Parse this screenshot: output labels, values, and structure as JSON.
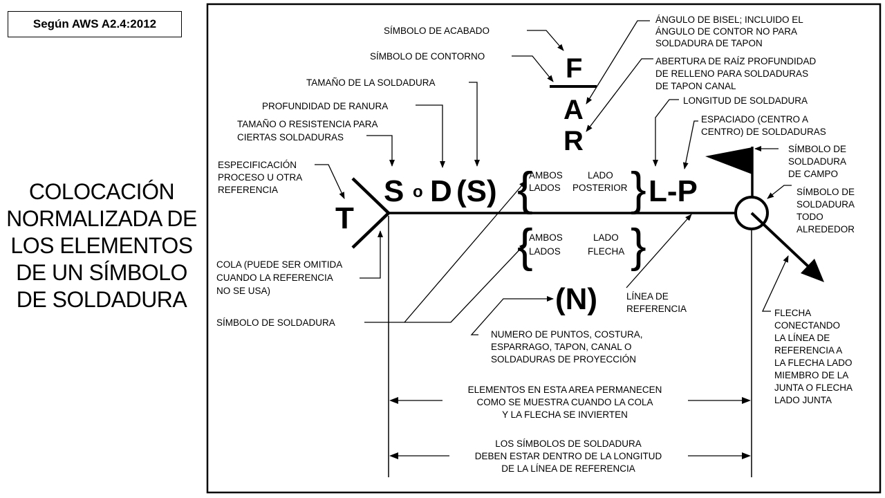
{
  "reference": "Según AWS A2.4:2012",
  "side_title": [
    "COLOCACIÓN",
    "NORMALIZADA DE",
    "LOS ELEMENTOS",
    "DE UN SÍMBOLO",
    "DE SOLDADURA"
  ],
  "symbols": {
    "F": "F",
    "A": "A",
    "R": "R",
    "T": "T",
    "S": "S",
    "o": "o",
    "D": "D",
    "S_paren": "(S)",
    "LP": "L-P",
    "N": "(N)"
  },
  "brackets": {
    "top_left": [
      "AMBOS",
      "LADOS"
    ],
    "top_right": [
      "LADO",
      "POSTERIOR"
    ],
    "bottom_left": [
      "AMBOS",
      "LADOS"
    ],
    "bottom_right": [
      "LADO",
      "FLECHA"
    ]
  },
  "labels": {
    "acabado": "SÍMBOLO DE ACABADO",
    "contorno": "SÍMBOLO DE CONTORNO",
    "tamano": "TAMAÑO DE LA SOLDADURA",
    "profundidad": "PROFUNDIDAD DE RANURA",
    "resistencia": [
      "TAMAÑO O RESISTENCIA PARA",
      "CIERTAS SOLDADURAS"
    ],
    "especificacion": [
      "ESPECIFICACIÓN",
      "PROCESO U OTRA",
      "REFERENCIA"
    ],
    "cola": [
      "COLA (PUEDE SER OMITIDA",
      "CUANDO LA REFERENCIA",
      "NO SE USA)"
    ],
    "simbolo_soldadura": "SÍMBOLO DE SOLDADURA",
    "angulo": [
      "ÁNGULO DE BISEL; INCLUIDO EL",
      "ÁNGULO DE CONTOR NO PARA",
      "SOLDADURA DE TAPON"
    ],
    "abertura": [
      "ABERTURA DE RAÍZ PROFUNDIDAD",
      "DE RELLENO PARA SOLDADURAS",
      "DE TAPON CANAL"
    ],
    "longitud": "LONGITUD DE SOLDADURA",
    "espaciado": [
      "ESPACIADO (CENTRO A",
      "CENTRO) DE SOLDADURAS"
    ],
    "campo": [
      "SÍMBOLO DE",
      "SOLDADURA",
      "DE CAMPO"
    ],
    "alrededor": [
      "SÍMBOLO DE",
      "SOLDADURA",
      "TODO",
      "ALREDEDOR"
    ],
    "linea_ref": [
      "LÍNEA DE",
      "REFERENCIA"
    ],
    "numero": [
      "NUMERO DE PUNTOS, COSTURA,",
      "ESPARRAGO, TAPON, CANAL O",
      "SOLDADURAS DE PROYECCIÓN"
    ],
    "flecha": [
      "FLECHA",
      "CONECTANDO",
      "LA LÍNEA DE",
      "REFERENCIA A",
      "LA FLECHA LADO",
      "MIEMBRO DE LA",
      "JUNTA O FLECHA",
      "LADO JUNTA"
    ],
    "elementos": [
      "ELEMENTOS EN ESTA AREA PERMANECEN",
      "COMO SE MUESTRA CUANDO LA COLA",
      "Y LA FLECHA SE INVIERTEN"
    ],
    "simbolos_dentro": [
      "LOS SÍMBOLOS DE SOLDADURA",
      "DEBEN ESTAR DENTRO DE LA LONGITUD",
      "DE LA LÍNEA DE REFERENCIA"
    ]
  }
}
